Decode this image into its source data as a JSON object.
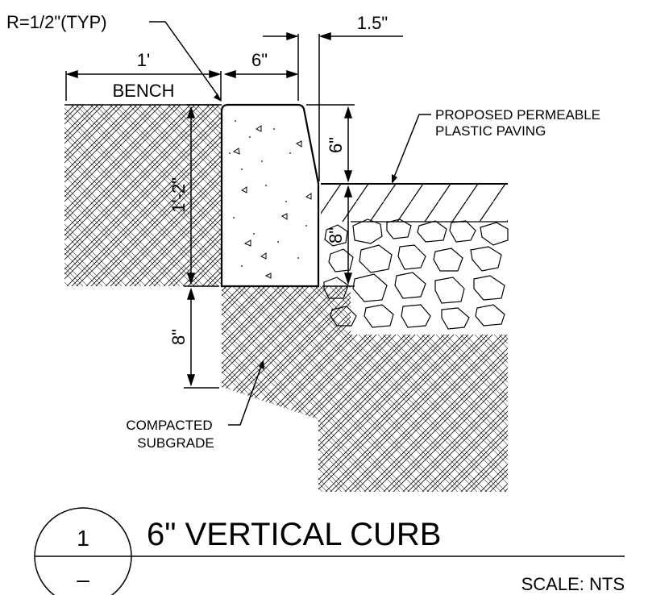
{
  "callouts": {
    "radius": "R=1/2\"(TYP)",
    "paving_line1": "PROPOSED PERMEABLE",
    "paving_line2": "PLASTIC PAVING",
    "subgrade_line1": "COMPACTED",
    "subgrade_line2": "SUBGRADE"
  },
  "dimensions": {
    "bench_width": "1'",
    "bench_label": "BENCH",
    "curb_top_width": "6\"",
    "batter": "1.5\"",
    "reveal": "6\"",
    "curb_height": "1'-2\"",
    "base_depth": "8\"",
    "subgrade_depth": "8\""
  },
  "title_block": {
    "detail_number": "1",
    "sheet_number": "–",
    "title": "6\" VERTICAL CURB",
    "scale": "SCALE: NTS"
  }
}
